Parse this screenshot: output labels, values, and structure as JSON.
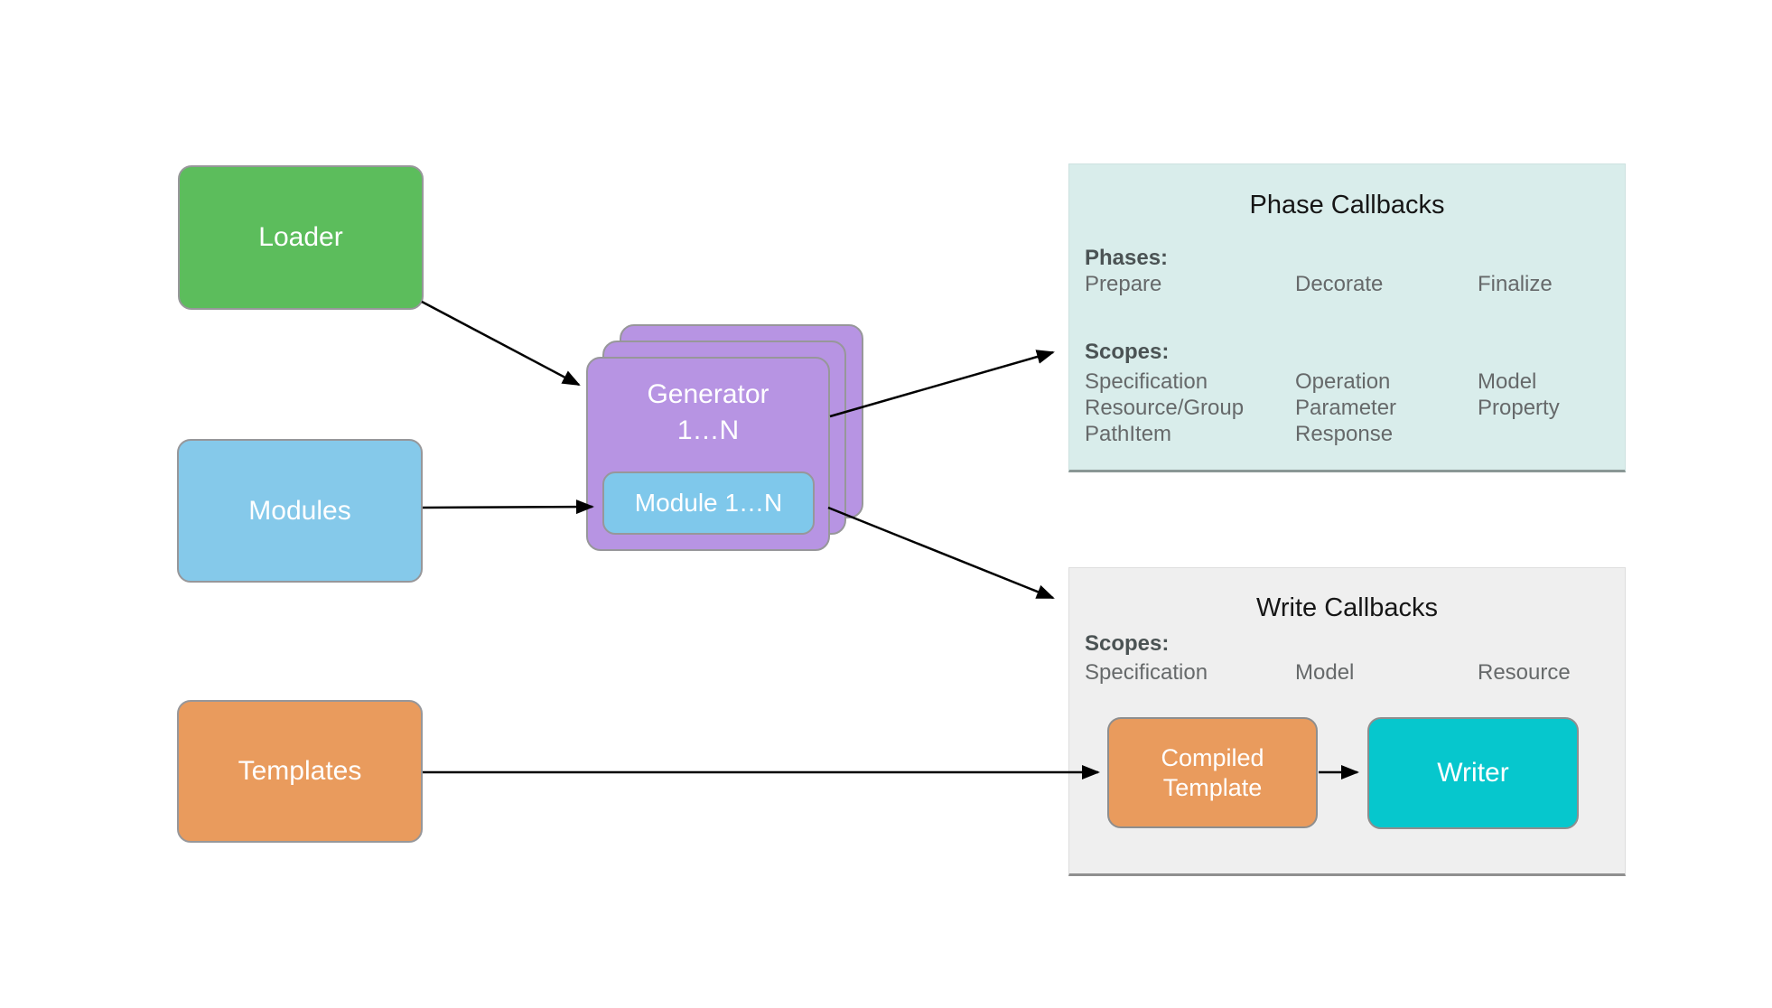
{
  "nodes": {
    "loader": "Loader",
    "modules": "Modules",
    "templates": "Templates",
    "generator_line1": "Generator",
    "generator_line2": "1…N",
    "module": "Module 1…N",
    "compiled_template_line1": "Compiled",
    "compiled_template_line2": "Template",
    "writer": "Writer"
  },
  "phase_panel": {
    "title": "Phase Callbacks",
    "phases_label": "Phases:",
    "phases": [
      "Prepare",
      "Decorate",
      "Finalize"
    ],
    "scopes_label": "Scopes:",
    "scope_columns": [
      [
        "Specification",
        "Resource/Group",
        "PathItem"
      ],
      [
        "Operation",
        "Parameter",
        "Response"
      ],
      [
        "Model",
        "Property"
      ]
    ]
  },
  "write_panel": {
    "title": "Write Callbacks",
    "scopes_label": "Scopes:",
    "scopes": [
      "Specification",
      "Model",
      "Resource"
    ]
  },
  "colors": {
    "loader": "#5cbd5c",
    "modules": "#85c9ea",
    "templates": "#e99b5d",
    "generator": "#b794e3",
    "module": "#7fc8eb",
    "compiled_template": "#e99b5d",
    "writer": "#06c7cd",
    "phase_panel_bg": "#d9edeb",
    "write_panel_bg": "#efefef",
    "box_border": "#97979a",
    "arrow": "#000000"
  }
}
